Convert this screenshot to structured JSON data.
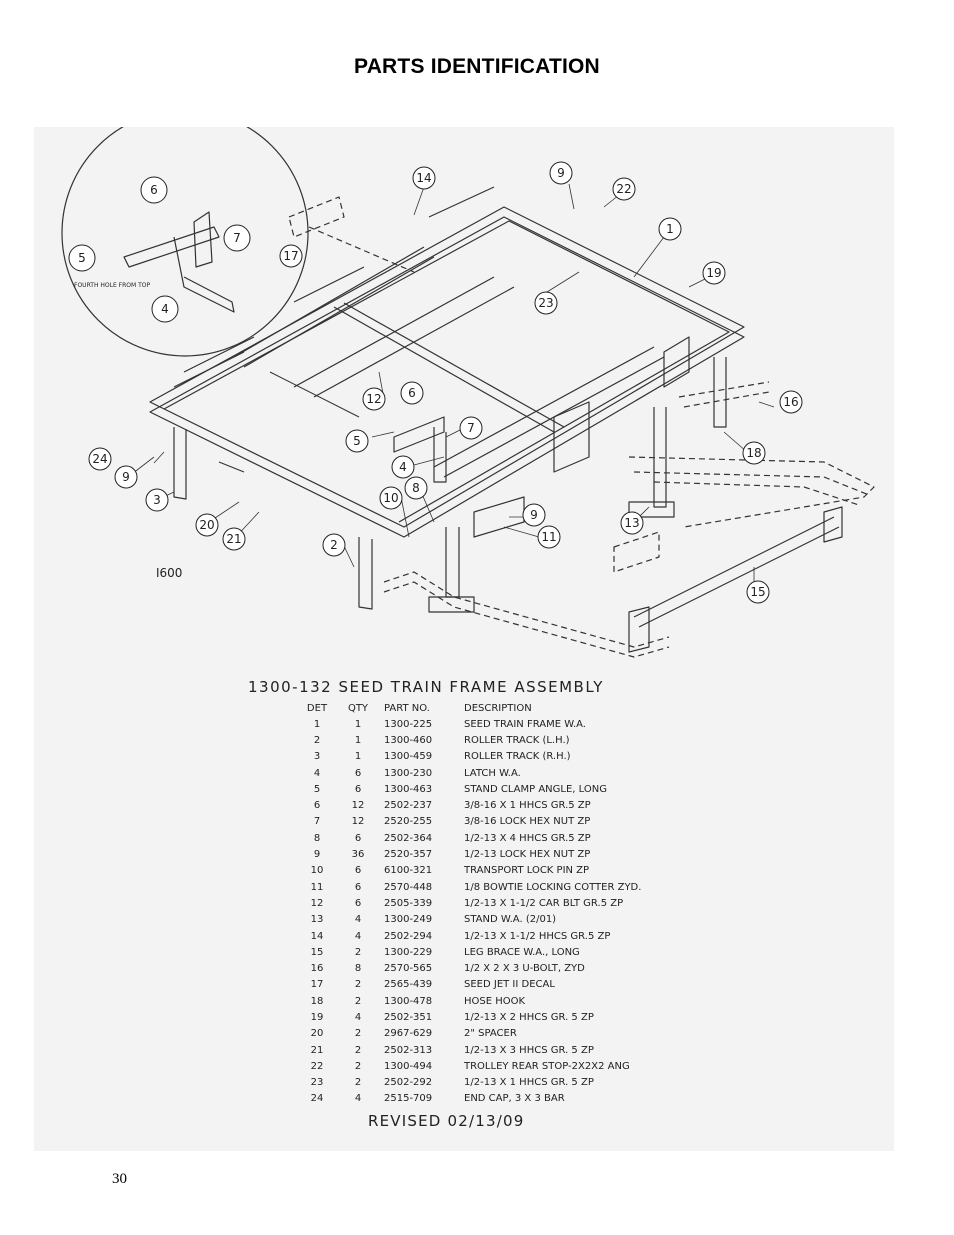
{
  "page_title": "PARTS IDENTIFICATION",
  "drawing_id": "I600",
  "detail_note": "FOURTH HOLE FROM TOP",
  "assembly_title": "1300-132   SEED TRAIN FRAME ASSEMBLY",
  "table_headers": {
    "det": "DET",
    "qty": "QTY",
    "part": "PART NO.",
    "desc": "DESCRIPTION"
  },
  "parts": [
    {
      "det": "1",
      "qty": "1",
      "part": "1300-225",
      "desc": "SEED TRAIN FRAME W.A."
    },
    {
      "det": "2",
      "qty": "1",
      "part": "1300-460",
      "desc": "ROLLER TRACK (L.H.)"
    },
    {
      "det": "3",
      "qty": "1",
      "part": "1300-459",
      "desc": "ROLLER TRACK (R.H.)"
    },
    {
      "det": "4",
      "qty": "6",
      "part": "1300-230",
      "desc": "LATCH W.A."
    },
    {
      "det": "5",
      "qty": "6",
      "part": "1300-463",
      "desc": "STAND CLAMP ANGLE, LONG"
    },
    {
      "det": "6",
      "qty": "12",
      "part": "2502-237",
      "desc": "3/8-16 X 1 HHCS GR.5 ZP"
    },
    {
      "det": "7",
      "qty": "12",
      "part": "2520-255",
      "desc": "3/8-16 LOCK HEX NUT ZP"
    },
    {
      "det": "8",
      "qty": "6",
      "part": "2502-364",
      "desc": "1/2-13 X 4 HHCS GR.5 ZP"
    },
    {
      "det": "9",
      "qty": "36",
      "part": "2520-357",
      "desc": "1/2-13 LOCK HEX NUT ZP"
    },
    {
      "det": "10",
      "qty": "6",
      "part": "6100-321",
      "desc": "TRANSPORT LOCK PIN ZP"
    },
    {
      "det": "11",
      "qty": "6",
      "part": "2570-448",
      "desc": "1/8 BOWTIE LOCKING COTTER ZYD."
    },
    {
      "det": "12",
      "qty": "6",
      "part": "2505-339",
      "desc": "1/2-13 X 1-1/2 CAR BLT GR.5 ZP"
    },
    {
      "det": "13",
      "qty": "4",
      "part": "1300-249",
      "desc": "STAND W.A. (2/01)"
    },
    {
      "det": "14",
      "qty": "4",
      "part": "2502-294",
      "desc": "1/2-13 X   1-1/2 HHCS GR.5 ZP"
    },
    {
      "det": "15",
      "qty": "2",
      "part": "1300-229",
      "desc": "LEG BRACE W.A., LONG"
    },
    {
      "det": "16",
      "qty": "8",
      "part": "2570-565",
      "desc": "1/2 X 2 X 3 U-BOLT, ZYD"
    },
    {
      "det": "17",
      "qty": "2",
      "part": "2565-439",
      "desc": "SEED JET II DECAL"
    },
    {
      "det": "18",
      "qty": "2",
      "part": "1300-478",
      "desc": "HOSE HOOK"
    },
    {
      "det": "19",
      "qty": "4",
      "part": "2502-351",
      "desc": "1/2-13 X 2 HHCS GR. 5 ZP"
    },
    {
      "det": "20",
      "qty": "2",
      "part": "2967-629",
      "desc": "2\" SPACER"
    },
    {
      "det": "21",
      "qty": "2",
      "part": "2502-313",
      "desc": "1/2-13 X 3 HHCS GR. 5 ZP"
    },
    {
      "det": "22",
      "qty": "2",
      "part": "1300-494",
      "desc": "TROLLEY REAR STOP-2X2X2 ANG"
    },
    {
      "det": "23",
      "qty": "2",
      "part": "2502-292",
      "desc": "1/2-13 X 1 HHCS GR. 5 ZP"
    },
    {
      "det": "24",
      "qty": "4",
      "part": "2515-709",
      "desc": "END CAP, 3 X 3 BAR"
    }
  ],
  "revised": "REVISED 02/13/09",
  "page_number": "30",
  "callouts": [
    "1",
    "2",
    "3",
    "4",
    "5",
    "6",
    "7",
    "8",
    "9",
    "10",
    "11",
    "12",
    "13",
    "14",
    "15",
    "16",
    "17",
    "18",
    "19",
    "20",
    "21",
    "22",
    "23",
    "24"
  ]
}
